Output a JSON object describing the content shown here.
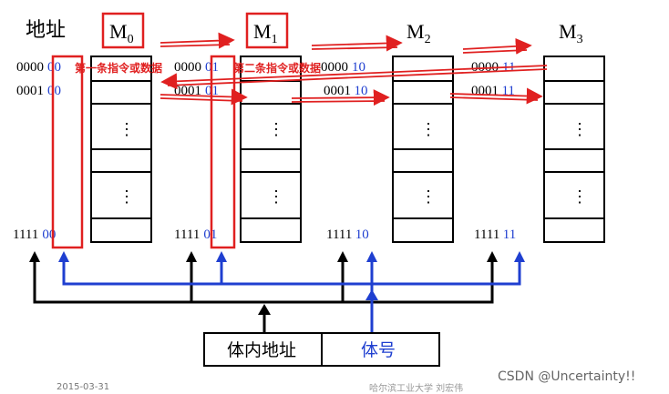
{
  "header": {
    "address_label": "地址"
  },
  "modules": [
    {
      "name": "M",
      "sub": "0",
      "suffix": "00",
      "row0_prefix": "0000",
      "row1_prefix": "0001",
      "last_prefix": "1111"
    },
    {
      "name": "M",
      "sub": "1",
      "suffix": "01",
      "row0_prefix": "0000",
      "row1_prefix": "0001",
      "last_prefix": "1111"
    },
    {
      "name": "M",
      "sub": "2",
      "suffix": "10",
      "row0_prefix": "0000",
      "row1_prefix": "0001",
      "last_prefix": "1111"
    },
    {
      "name": "M",
      "sub": "3",
      "suffix": "11",
      "row0_prefix": "0000",
      "row1_prefix": "0001",
      "last_prefix": "1111"
    }
  ],
  "annotations": {
    "first": "第一条指令或数据",
    "second": "第二条指令或数据"
  },
  "address_register": {
    "inner": "体内地址",
    "bank": "体号"
  },
  "footer": {
    "date": "2015-03-31",
    "source": "哈尔滨工业大学  刘宏伟",
    "watermark": "CSDN @Uncertainty!!"
  },
  "colors": {
    "black": "#000000",
    "blue": "#1f3fd0",
    "red": "#e02020"
  }
}
